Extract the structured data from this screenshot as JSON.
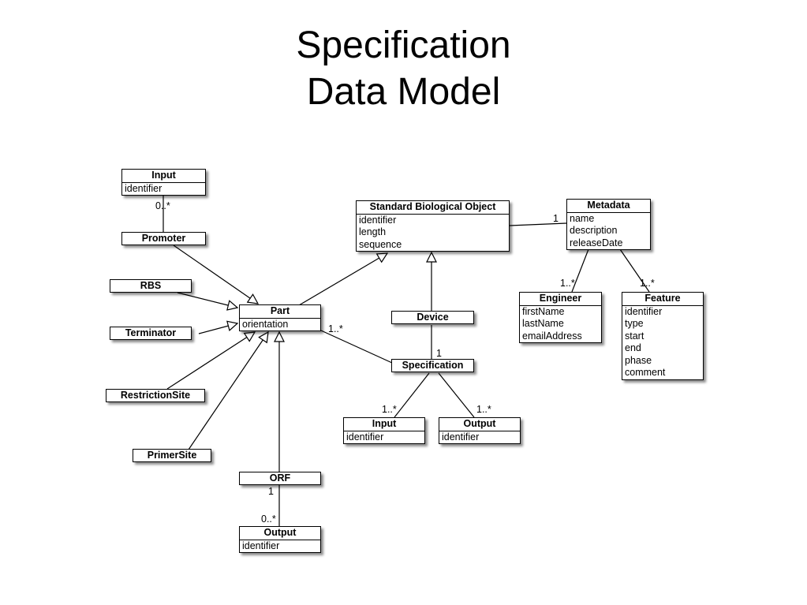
{
  "title": {
    "line1": "Specification",
    "line2": "Data Model"
  },
  "classes": {
    "input_top": {
      "name": "Input",
      "attributes": [
        "identifier"
      ]
    },
    "promoter": {
      "name": "Promoter",
      "attributes": []
    },
    "rbs": {
      "name": "RBS",
      "attributes": []
    },
    "terminator": {
      "name": "Terminator",
      "attributes": []
    },
    "restriction_site": {
      "name": "RestrictionSite",
      "attributes": []
    },
    "primer_site": {
      "name": "PrimerSite",
      "attributes": []
    },
    "part": {
      "name": "Part",
      "attributes": [
        "orientation"
      ]
    },
    "orf": {
      "name": "ORF",
      "attributes": []
    },
    "output_bottom": {
      "name": "Output",
      "attributes": [
        "identifier"
      ]
    },
    "sbo": {
      "name": "Standard Biological Object",
      "attributes": [
        "identifier",
        "length",
        "sequence"
      ]
    },
    "device": {
      "name": "Device",
      "attributes": []
    },
    "specification": {
      "name": "Specification",
      "attributes": []
    },
    "spec_input": {
      "name": "Input",
      "attributes": [
        "identifier"
      ]
    },
    "spec_output": {
      "name": "Output",
      "attributes": [
        "identifier"
      ]
    },
    "metadata": {
      "name": "Metadata",
      "attributes": [
        "name",
        "description",
        "releaseDate"
      ]
    },
    "engineer": {
      "name": "Engineer",
      "attributes": [
        "firstName",
        "lastName",
        "emailAddress"
      ]
    },
    "feature": {
      "name": "Feature",
      "attributes": [
        "identifier",
        "type",
        "start",
        "end",
        "phase",
        "comment"
      ]
    }
  },
  "multiplicities": {
    "input_promoter": "0..*",
    "part_specification": "1..*",
    "device_specification": "1",
    "spec_input": "1..*",
    "spec_output": "1..*",
    "orf_end": "1",
    "orf_output": "0..*",
    "sbo_metadata": "1",
    "metadata_engineer": "1..*",
    "metadata_feature": "1..*"
  }
}
